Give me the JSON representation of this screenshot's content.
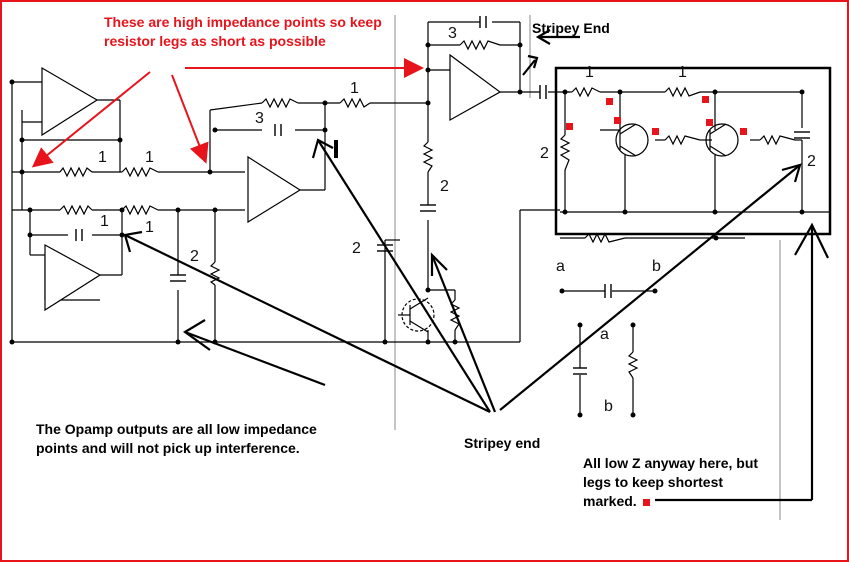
{
  "annotations": {
    "high_impedance": "These are high impedance points so keep resistor legs as short as possible",
    "stripey_end_top": "Stripey End",
    "opamp_outputs": "The Opamp outputs are all low impedance points and will not pick up interference.",
    "stripey_end_bottom": "Stripey end",
    "low_z": "All low Z anyway here, but legs to keep shortest marked."
  },
  "component_numbers": {
    "n1a": "1",
    "n1b": "1",
    "n1c": "1",
    "n1d": "1",
    "n1e": "1",
    "n1f": "1",
    "n1g": "1",
    "n2a": "2",
    "n2b": "2",
    "n2c": "2",
    "n2d": "2",
    "n2e": "2",
    "n3a": "3",
    "n3b": "3"
  },
  "legend": {
    "a1": "a",
    "b1": "b",
    "a2": "a",
    "b2": "b"
  },
  "colors": {
    "annotation_red": "#e8141c",
    "wire": "#000000",
    "grid_line": "#8a8a8a",
    "marker": "#e8141c"
  }
}
